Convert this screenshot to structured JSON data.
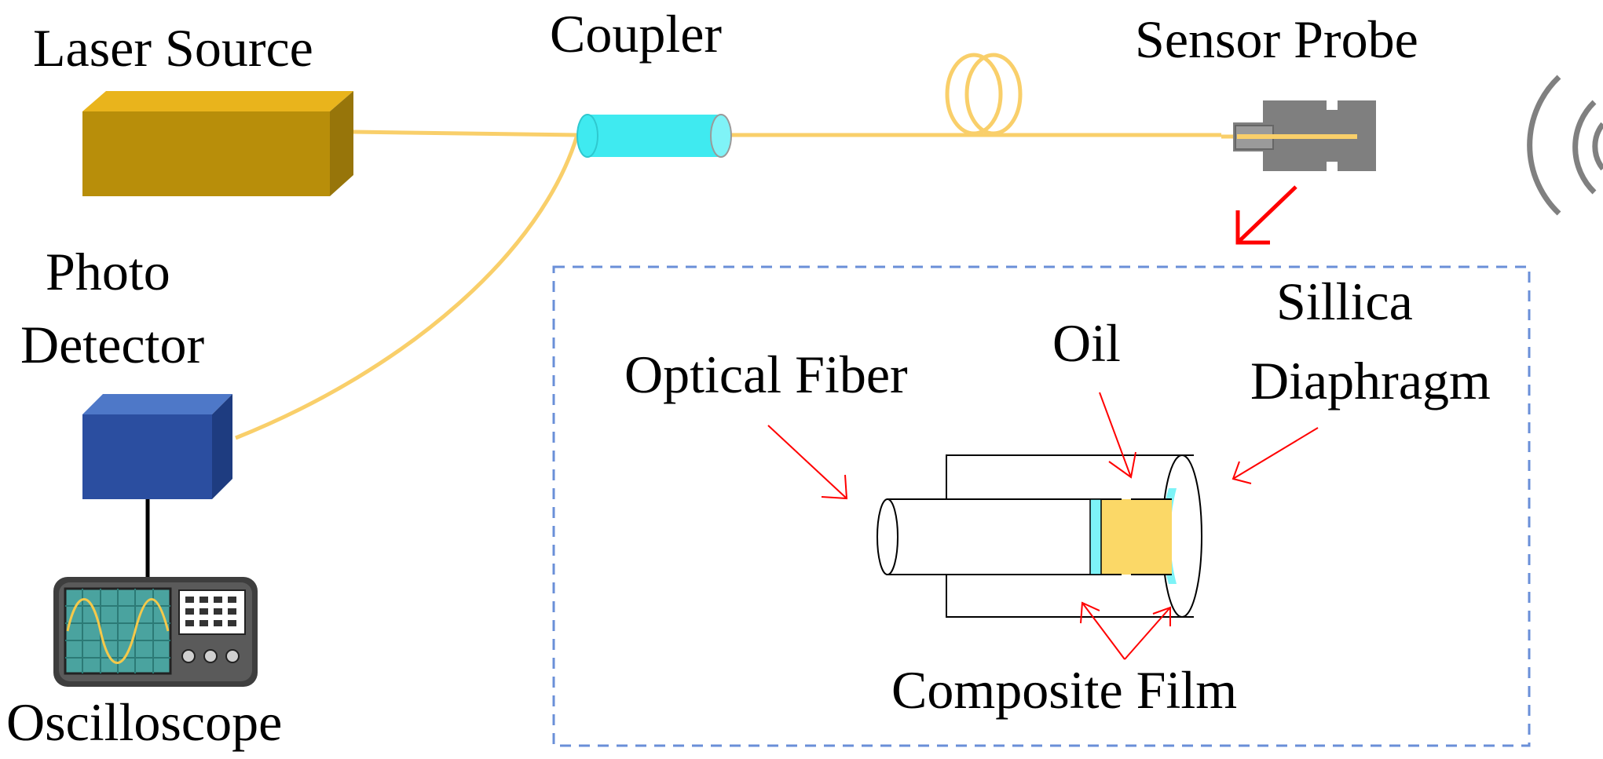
{
  "labels": {
    "laser_source": "Laser Source",
    "coupler": "Coupler",
    "sensor_probe": "Sensor Probe",
    "photo_detector_line1": "Photo",
    "photo_detector_line2": "Detector",
    "oscilloscope": "Oscilloscope",
    "optical_fiber": "Optical Fiber",
    "oil": "Oil",
    "silica_line1": "Sillica",
    "silica_line2": "Diaphragm",
    "composite_film": "Composite Film"
  },
  "colors": {
    "fiber": "#F9CF6A",
    "laser_box_front": "#B88E0A",
    "laser_box_top": "#E9B41C",
    "laser_box_side": "#97750A",
    "coupler": "#3FEAF0",
    "detector_front": "#2B4EA0",
    "detector_top": "#4E78C8",
    "detector_side": "#1E3C80",
    "probe": "#7F7F7F",
    "callout_arrow": "#FF0000",
    "dashed_box": "#6A8FD8",
    "oil": "#FBD867",
    "film": "#7DF3F7",
    "acoustic_wave": "#808080"
  },
  "icons": [
    "laser-source-box",
    "coupler-cylinder",
    "fiber-coil",
    "sensor-probe",
    "photo-detector-box",
    "oscilloscope",
    "acoustic-wave-icon"
  ]
}
